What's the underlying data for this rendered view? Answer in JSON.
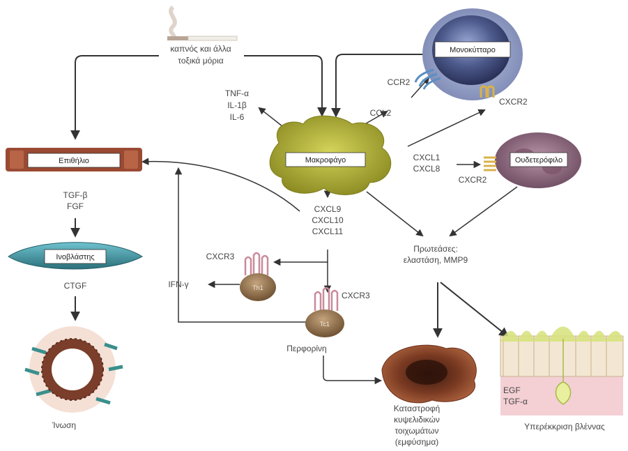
{
  "labels": {
    "smoke": [
      "καπνός και άλλα",
      "τοξικά μόρια"
    ],
    "macrophage": "Μακροφάγο",
    "monocyte": "Μονοκύτταρο",
    "neutrophil": "Ουδετερόφιλο",
    "epithelium": "Επιθήλιο",
    "fibroblast": "Ινοβλάστης",
    "fibrosis": "Ίνωση",
    "th1": "Th1",
    "tc1": "Tc1",
    "cytokines": [
      "TNF-α",
      "IL-1β",
      "IL-6"
    ],
    "ccr2": "CCR2",
    "ccl2": "CCL2",
    "cxcr2_mono": "CXCR2",
    "cxcl1_8": [
      "CXCL1",
      "CXCL8"
    ],
    "cxcr2_neut": "CXCR2",
    "cxcl9_11": [
      "CXCL9",
      "CXCL10",
      "CXCL11"
    ],
    "cxcr3_th1": "CXCR3",
    "cxcr3_tc1": "CXCR3",
    "ifn": "IFN-γ",
    "tgf_fgf": [
      "TGF-β",
      "FGF"
    ],
    "ctgf": "CTGF",
    "proteases": [
      "Πρωτεάσες:",
      "ελαστάση, MMP9"
    ],
    "perforin": "Περφορίνη",
    "alveolar_destruction": [
      "Καταστροφή",
      "κυψελιδικών",
      "τοιχωμάτων",
      "(εμφύσημα)"
    ],
    "egf_tgf": [
      "EGF",
      "TGF-α"
    ],
    "mucus": "Υπερέκκριση βλέννας"
  },
  "colors": {
    "macrophage": "#a9a832",
    "monocyte": "#55608f",
    "neutrophil": "#8a6a7c",
    "epithelium": "#9a4a33",
    "fibroblast": "#3f8d99",
    "tcell": "#8a6d4a",
    "receptor": "#c98a9a"
  }
}
